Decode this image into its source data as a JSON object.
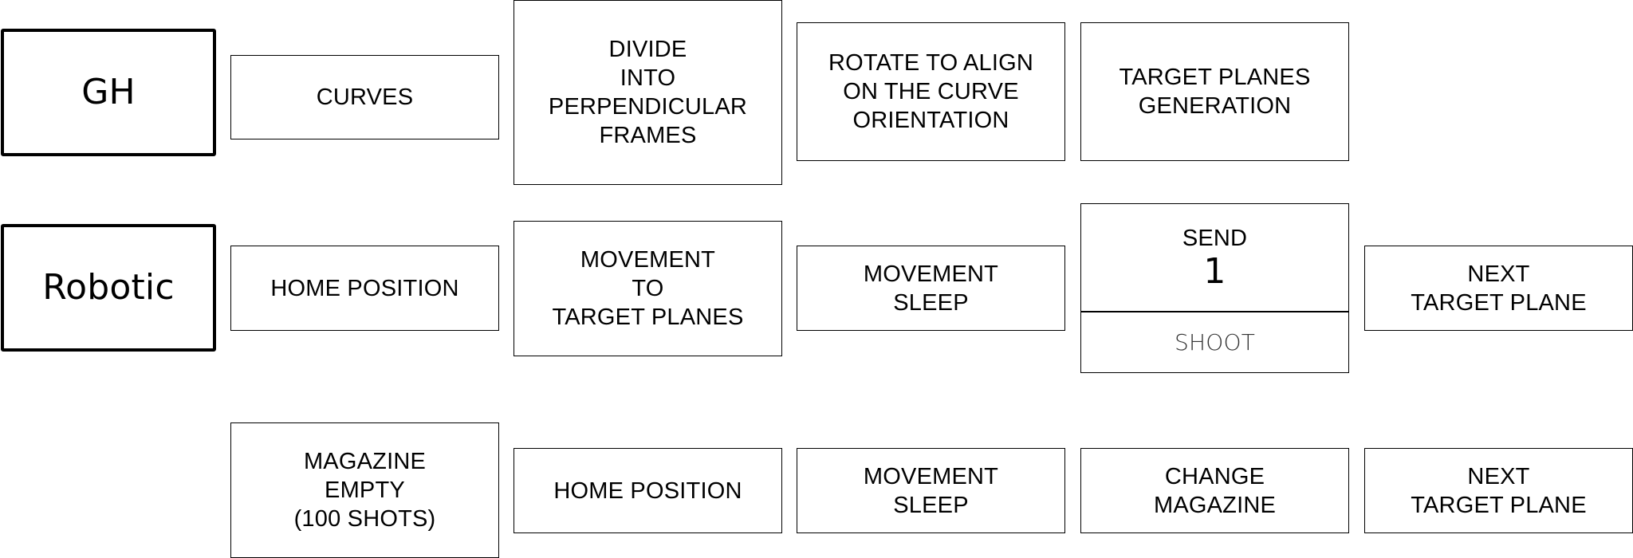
{
  "rows": {
    "gh": {
      "label": "GH",
      "steps": [
        "CURVES",
        "DIVIDE\nINTO\nPERPENDICULAR\nFRAMES",
        "ROTATE TO ALIGN\nON THE CURVE\nORIENTATION",
        "TARGET PLANES\nGENERATION"
      ]
    },
    "robotic": {
      "label": "Robotic",
      "steps": [
        "HOME POSITION",
        "MOVEMENT\nTO\nTARGET PLANES",
        "MOVEMENT\nSLEEP"
      ],
      "send": {
        "label": "SEND",
        "value": "1",
        "action": "SHOOT"
      },
      "next": "NEXT\nTARGET PLANE"
    },
    "magazine": {
      "steps": [
        "MAGAZINE\nEMPTY\n(100 SHOTS)",
        "HOME POSITION",
        "MOVEMENT\nSLEEP",
        "CHANGE\nMAGAZINE",
        "NEXT\nTARGET PLANE"
      ]
    }
  }
}
